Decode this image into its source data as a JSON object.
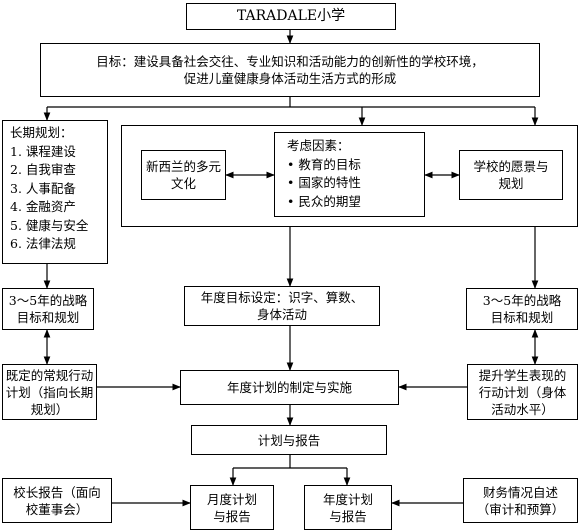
{
  "title": "TARADALE小学",
  "goal": {
    "line1": "目标：建设具备社会交往、专业知识和活动能力的创新性的学校环境，",
    "line2": "促进儿童健康身体活动生活方式的形成"
  },
  "long_term": {
    "heading": "长期规划：",
    "items": [
      "1. 课程建设",
      "2. 自我审查",
      "3. 人事配备",
      "4. 金融资产",
      "5. 健康与安全",
      "6. 法律法规"
    ]
  },
  "nz_culture": {
    "line1": "新西兰的多元",
    "line2": "文化"
  },
  "factors": {
    "heading": "考虑因素：",
    "items": [
      "• 教育的目标",
      "• 国家的特性",
      "• 民众的期望"
    ]
  },
  "vision": {
    "line1": "学校的愿景与",
    "line2": "规划"
  },
  "left_strategy": {
    "line1": "3～5年的战略",
    "line2": "目标和规划"
  },
  "right_strategy": {
    "line1": "3～5年的战略",
    "line2": "目标和规划"
  },
  "annual_goal": {
    "line1": "年度目标设定：识字、算数、",
    "line2": "身体活动"
  },
  "left_plan": {
    "line1": "既定的常规行动",
    "line2": "计划（指向长期",
    "line3": "规划）"
  },
  "right_plan": {
    "line1": "提升学生表现的",
    "line2": "行动计划（身体",
    "line3": "活动水平）"
  },
  "annual_implementation": "年度计划的制定与实施",
  "plan_report": "计划与报告",
  "principal_report": {
    "line1": "校长报告（面向",
    "line2": "校董事会）"
  },
  "monthly": {
    "line1": "月度计划",
    "line2": "与报告"
  },
  "yearly": {
    "line1": "年度计划",
    "line2": "与报告"
  },
  "finance": {
    "line1": "财务情况自述",
    "line2": "（审计和预算）"
  }
}
